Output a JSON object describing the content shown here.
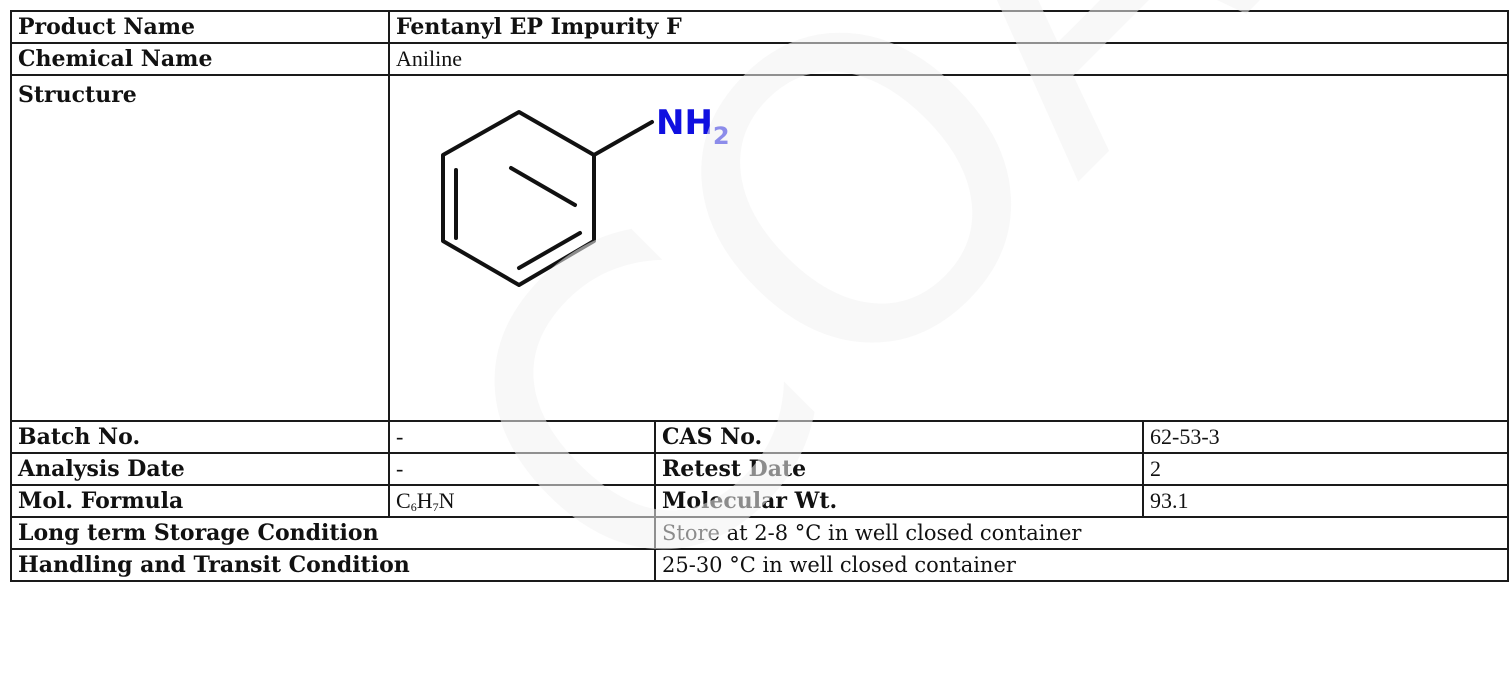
{
  "product": {
    "product_name_label": "Product Name",
    "product_name_value": "Fentanyl EP Impurity F",
    "chemical_name_label": "Chemical Name",
    "chemical_name_value": "Aniline",
    "structure_label": "Structure",
    "structure_group_label": "NH",
    "structure_group_subscript": "2"
  },
  "details": {
    "batch_label": "Batch No.",
    "batch_value": "-",
    "cas_label": "CAS No.",
    "cas_value": "62-53-3",
    "analysis_date_label": "Analysis Date",
    "analysis_date_value": "-",
    "retest_label": "Retest Date",
    "retest_value": "2",
    "formula_label": "Mol. Formula",
    "formula_c": "C",
    "formula_c_sub": "6",
    "formula_h": "H",
    "formula_h_sub": "7",
    "formula_n": "N",
    "mw_label": "Molecular Wt.",
    "mw_value": "93.1"
  },
  "conditions": {
    "storage_label": "Long term Storage Condition",
    "storage_value": "Store at 2-8 °C in well closed container",
    "handling_label": "Handling and Transit Condition",
    "handling_value": "25-30 °C in well closed container"
  },
  "watermark": {
    "text": "COA",
    "color": "#f2f2f2"
  },
  "colors": {
    "nitrogen": "#1010e0",
    "border": "#1a1a1a"
  }
}
